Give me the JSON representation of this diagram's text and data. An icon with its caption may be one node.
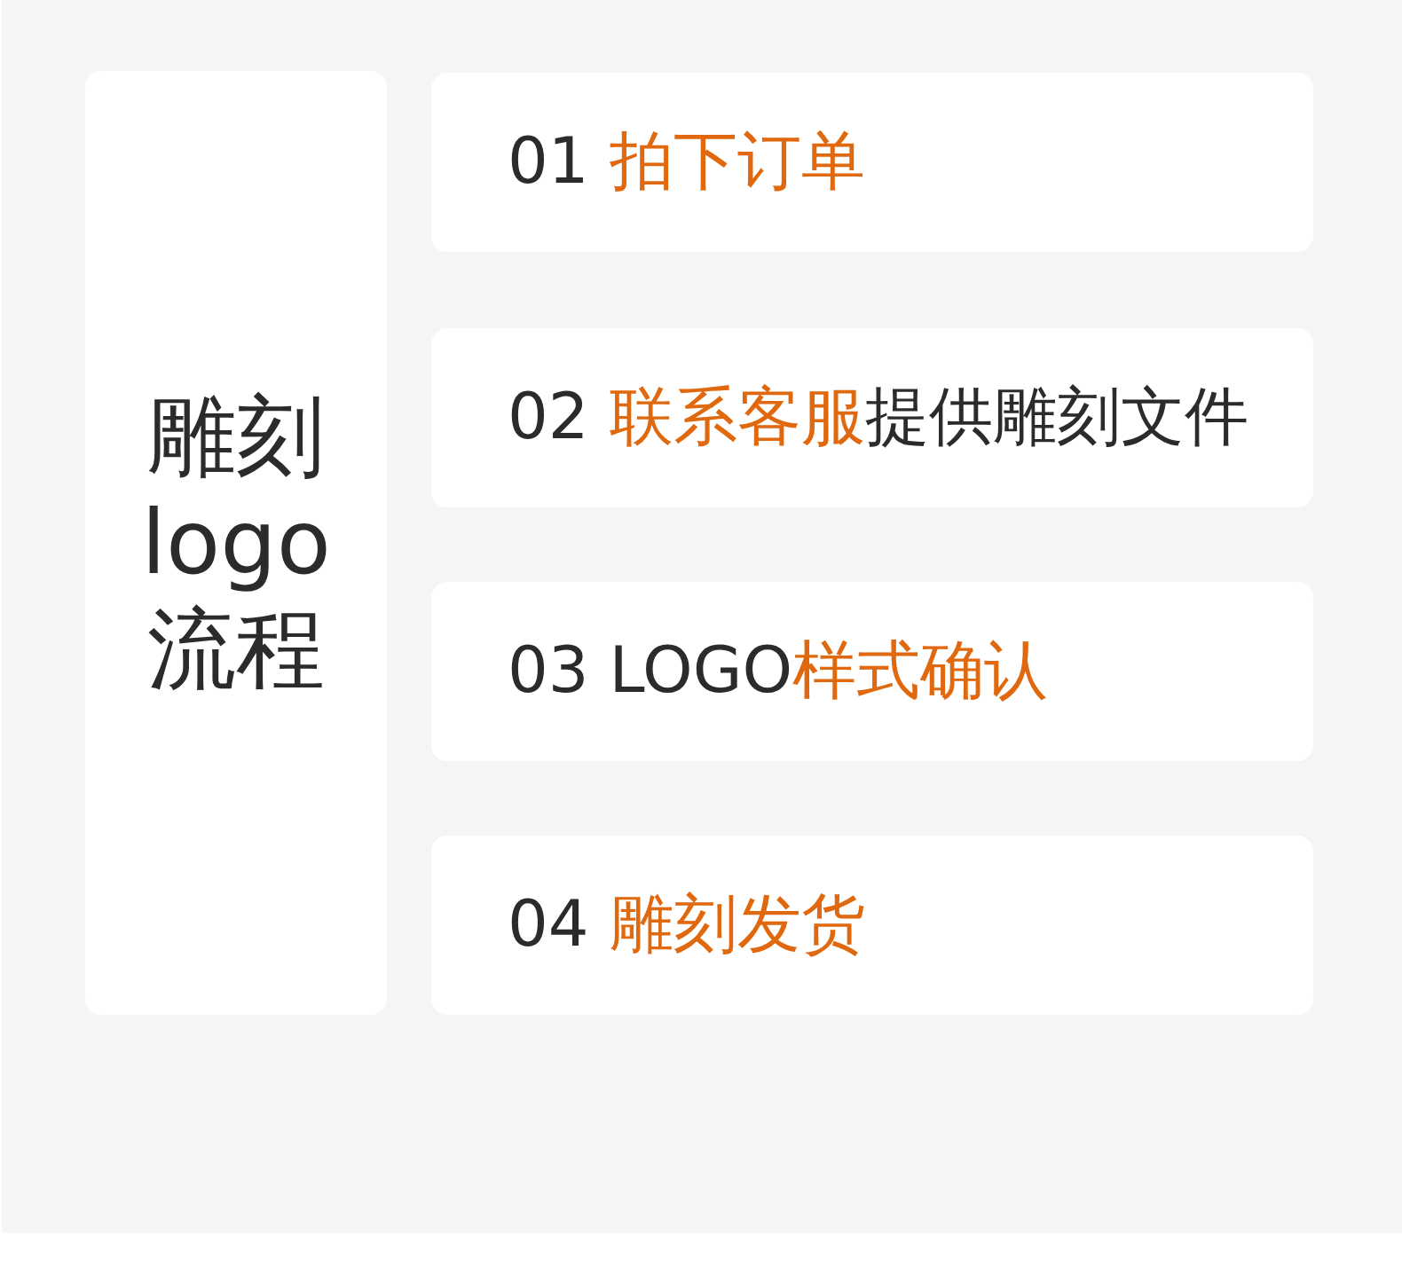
{
  "diagram": {
    "nodes": [
      {
        "text": [
          "雕刻logo流程"
        ]
      },
      {
        "text": [
          "01 **拍下订单**"
        ]
      },
      {
        "text": [
          "02 **联系客服**提供雕刻文件"
        ]
      },
      {
        "text": [
          "03 LOGO**样式确认**"
        ]
      },
      {
        "text": [
          "04 **雕刻发货**"
        ]
      }
    ]
  }
}
